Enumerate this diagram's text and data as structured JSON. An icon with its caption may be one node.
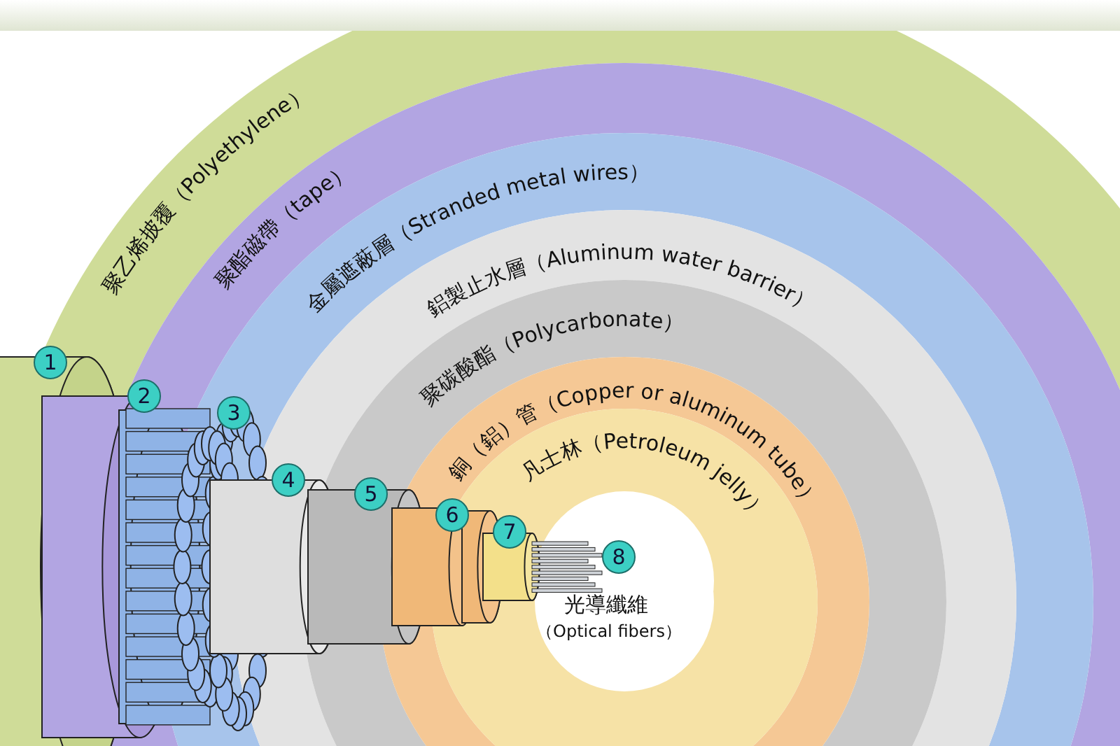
{
  "diagram": {
    "nodes": [
      {
        "text": [
          "1"
        ]
      },
      {
        "text": [
          "2"
        ]
      },
      {
        "text": [
          "3"
        ]
      },
      {
        "text": [
          "4"
        ]
      },
      {
        "text": [
          "5"
        ]
      },
      {
        "text": [
          "6"
        ]
      },
      {
        "text": [
          "7"
        ]
      },
      {
        "text": [
          "8"
        ],
        "beside": [
          "光導纖維",
          "（Optical fibers）"
        ]
      }
    ],
    "labels": [
      "聚乙烯披覆（Polyethylene）",
      "聚酯磁帶（tape）",
      "金屬遮蔽層（Stranded metal wires）",
      "鋁製止水層（Aluminum water barrier）",
      "聚碳酸酯（Polycarbonate）",
      "銅（鋁）管（Copper or aluminum tube）",
      "凡士林（Petroleum jelly）"
    ]
  }
}
